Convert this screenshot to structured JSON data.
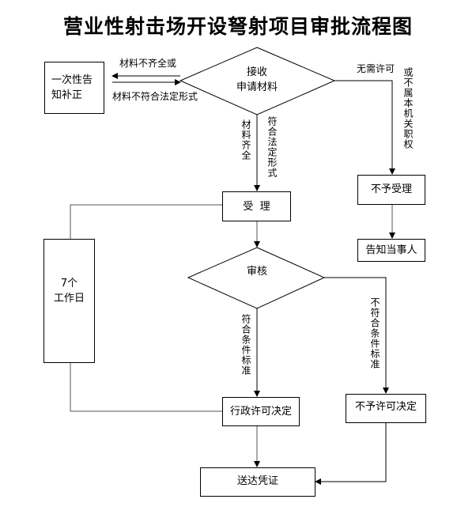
{
  "title": "营业性射击场开设弩射项目审批流程图",
  "nodes": {
    "receive": {
      "line1": "接收",
      "line2": "申请材料"
    },
    "correction": {
      "line1": "一次性告",
      "line2": "知补正"
    },
    "accept": "受  理",
    "reject_accept": "不予受理",
    "notify": "告知当事人",
    "review": "审核",
    "workdays": {
      "line1": "7个",
      "line2": "工作日"
    },
    "approve": "行政许可决定",
    "deny": "不予许可决定",
    "deliver": "送达凭证"
  },
  "edge_labels": {
    "incomplete_top": "材料不齐全或",
    "incomplete_bottom": "材料不符合法定形式",
    "no_permit": "无需许可",
    "not_authority": "或不属本机关职权",
    "complete": "材料齐全",
    "legal_form": "符合法定形式",
    "meets_standard": "符合条件标准",
    "fails_standard": "不符合条件标准"
  }
}
